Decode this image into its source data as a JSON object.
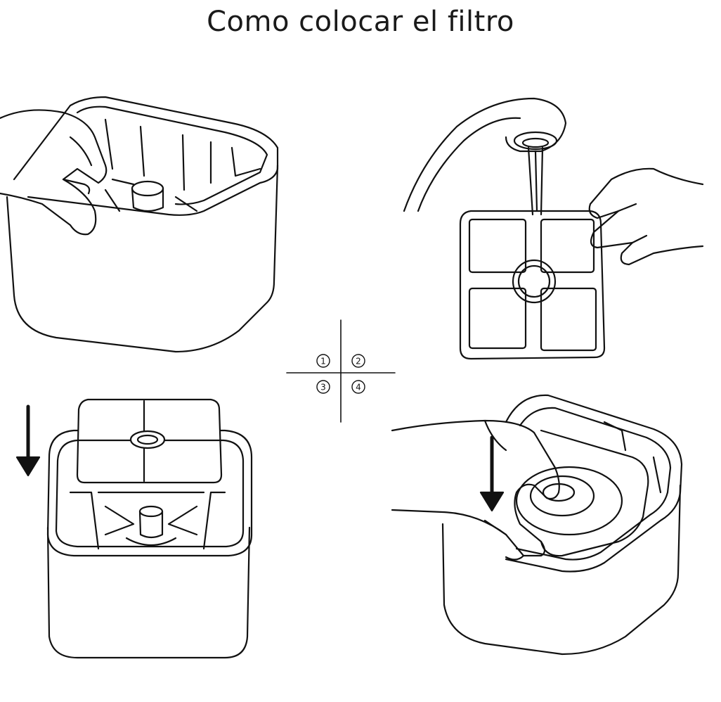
{
  "title": "Como colocar el filtro",
  "step_key": [
    {
      "label": "1"
    },
    {
      "label": "2"
    },
    {
      "label": "3"
    },
    {
      "label": "4"
    }
  ],
  "colors": {
    "line": "#111111",
    "background": "#ffffff"
  },
  "icons": [
    "hand-icon",
    "faucet-icon",
    "water-stream-icon",
    "down-arrow-icon",
    "filter-icon",
    "fountain-tank-icon"
  ]
}
